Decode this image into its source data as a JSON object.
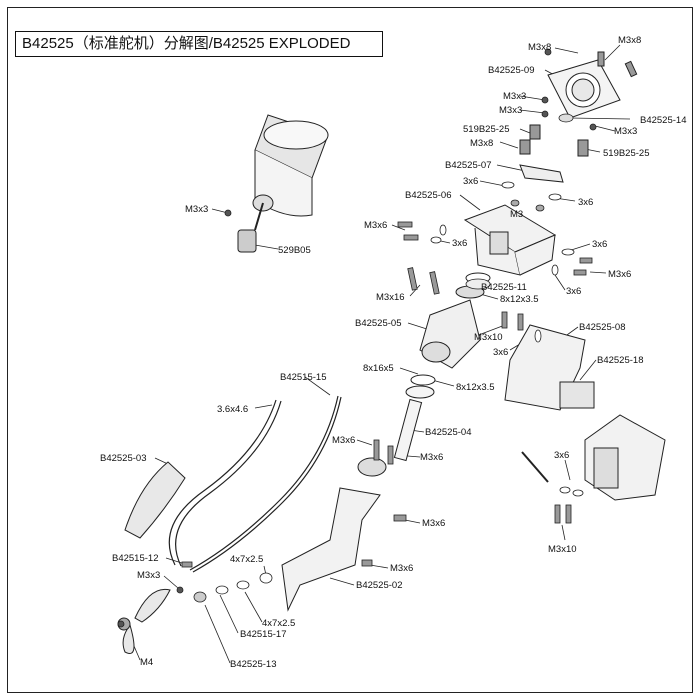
{
  "title": "B42525（标准舵机）分解图/B42525 EXPLODED",
  "labels": {
    "l1": "M3x8",
    "l2": "M3x8",
    "l3": "B42525-09",
    "l4": "M3x3",
    "l5": "M3x3",
    "l6": "B42525-14",
    "l7": "M3x3",
    "l8": "519B25-25",
    "l9": "M3x8",
    "l10": "519B25-25",
    "l11": "B42525-07",
    "l12": "3x6",
    "l13": "3x6",
    "l14": "M3",
    "l15": "B42525-06",
    "l16": "M3x6",
    "l17": "3x6",
    "l18": "3x6",
    "l19": "M3x6",
    "l20": "B42525-11",
    "l21": "3x6",
    "l22": "M3x16",
    "l23": "8x12x3.5",
    "l24": "B42525-05",
    "l25": "M3x10",
    "l26": "B42525-08",
    "l27": "3x6",
    "l28": "B42525-18",
    "l29": "8x16x5",
    "l30": "8x12x3.5",
    "l31": "M3x3",
    "l32": "529B05",
    "l33": "B42515-15",
    "l34": "3.6x4.6",
    "l35": "B42525-04",
    "l36": "M3x6",
    "l37": "M3x6",
    "l38": "B42525-03",
    "l39": "3x6",
    "l40": "M3x6",
    "l41": "M3x10",
    "l42": "B42515-12",
    "l43": "4x7x2.5",
    "l44": "M3x3",
    "l45": "M3x6",
    "l46": "B42525-02",
    "l47": "4x7x2.5",
    "l48": "B42515-17",
    "l49": "M4",
    "l50": "B42525-13"
  },
  "colors": {
    "line": "#222222",
    "part": "#f4f4f4",
    "shade": "#cfcfcf",
    "dark": "#555555"
  }
}
